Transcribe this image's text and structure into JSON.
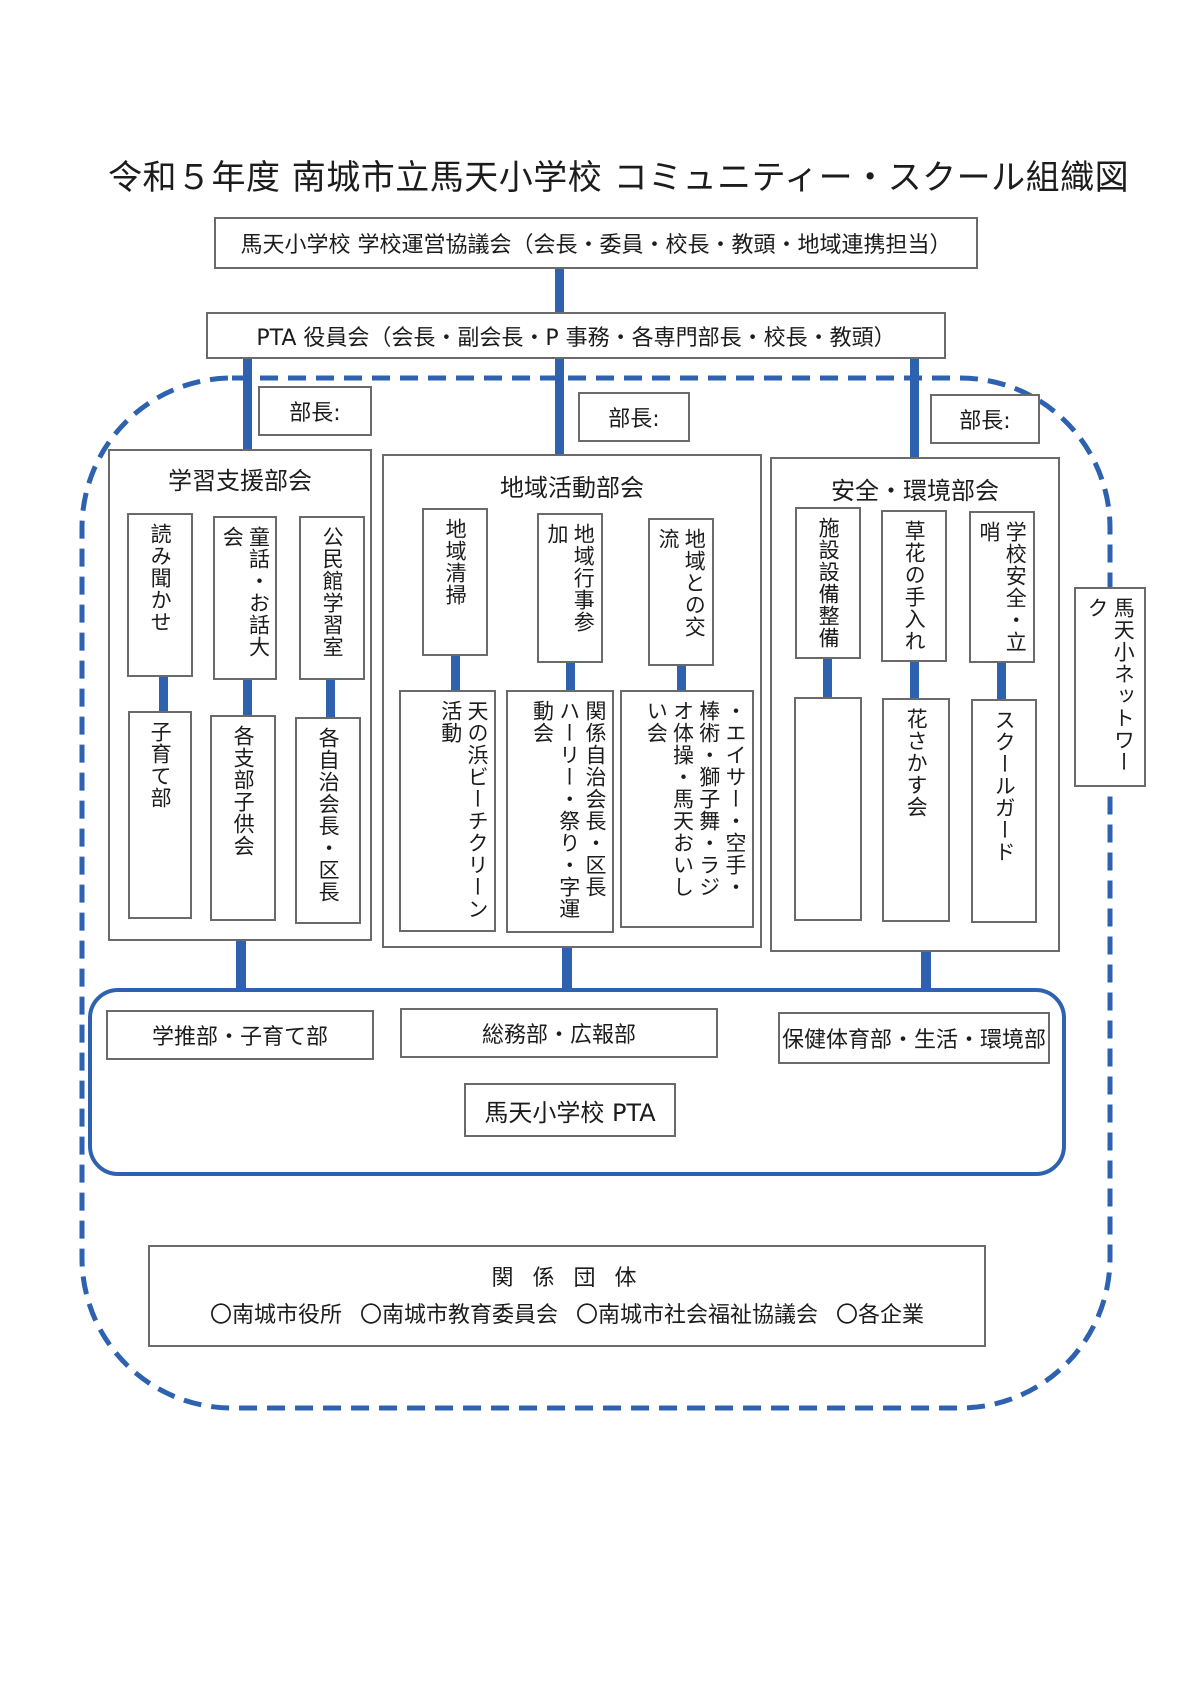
{
  "title": "令和５年度  南城市立馬天小学校  コミュニティー・スクール組織図",
  "council": "馬天小学校   学校運営協議会（会長・委員・校長・教頭・地域連携担当）",
  "pta_board": "PTA 役員会（会長・副会長・P 事務・各専門部長・校長・教頭）",
  "bucho_label": "部長:",
  "committees": [
    {
      "name": "学習支援部会",
      "activities": [
        "読み聞かせ",
        "童話・お話大会",
        "公民館学習室"
      ],
      "partners": [
        "子育て部",
        "各支部子供会",
        "各自治会長・区長"
      ]
    },
    {
      "name": "地域活動部会",
      "activities": [
        "地域清掃",
        "地域行事参加",
        "地域との交流"
      ],
      "partners": [
        "天の浜ビーチクリーン活動",
        "関係自治会長・区長 ハーリー・祭り・字運動会",
        "・エイサー・空手・棒術・獅子舞・ラジオ体操・馬天おいしい会"
      ]
    },
    {
      "name": "安全・環境部会",
      "activities": [
        "施設設備整備",
        "草花の手入れ",
        "学校安全・立哨"
      ],
      "partners": [
        "",
        "花さかす会",
        "スクールガード"
      ]
    }
  ],
  "network": "馬天小ネットワーク",
  "pta_departments": [
    "学推部・子育て部",
    "総務部・広報部",
    "保健体育部・生活・環境部"
  ],
  "pta_name": "馬天小学校 PTA",
  "related": {
    "heading": "関 係 団 体",
    "items": [
      "〇南城市役所",
      "〇南城市教育委員会",
      "〇南城市社会福祉協議会",
      "〇各企業"
    ]
  }
}
